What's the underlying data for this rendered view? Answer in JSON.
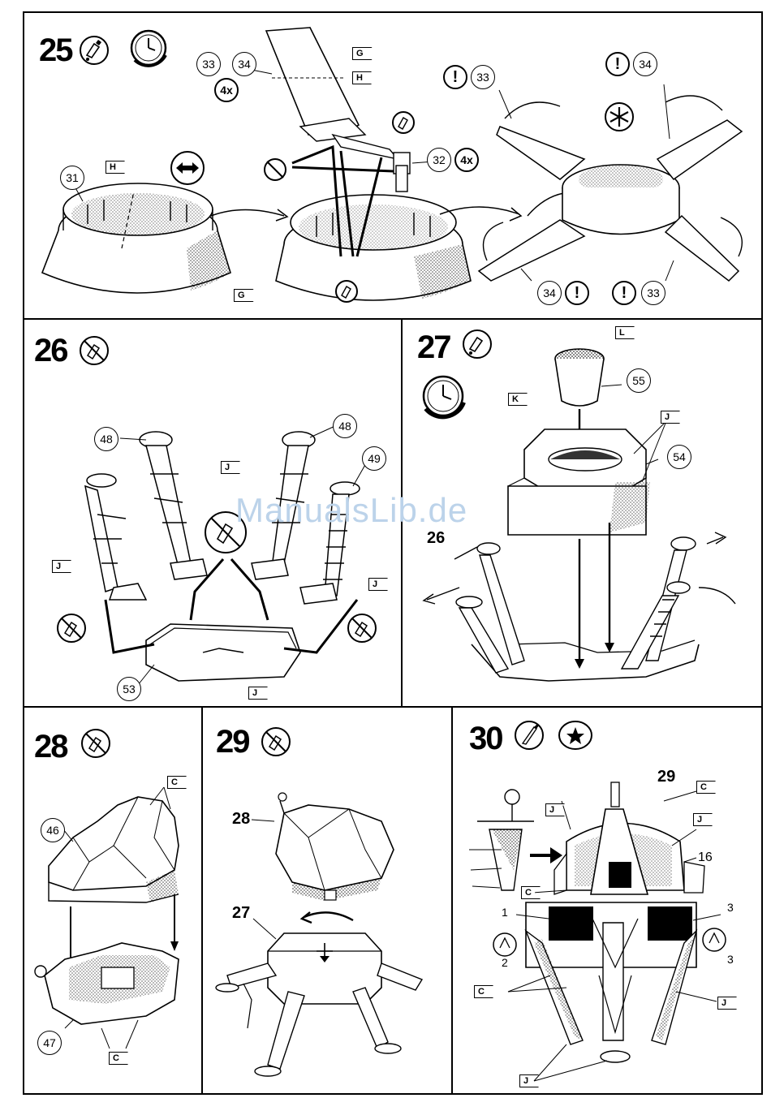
{
  "watermark": "ManualsLib.de",
  "steps": {
    "s25": {
      "number": "25",
      "icons": [
        "glue-icon",
        "clock-icon"
      ],
      "parts": [
        "33",
        "34",
        "31",
        "32",
        "33",
        "34",
        "34",
        "33"
      ],
      "quantities": [
        "4x",
        "4x"
      ],
      "tags": [
        "G",
        "H",
        "H",
        "G"
      ],
      "notes": [
        "!",
        "!",
        "!",
        "!"
      ]
    },
    "s26": {
      "number": "26",
      "icons": [
        "no-glue-icon"
      ],
      "parts": [
        "48",
        "48",
        "49",
        "53"
      ],
      "tags": [
        "J",
        "J",
        "J",
        "J"
      ]
    },
    "s27": {
      "number": "27",
      "icons": [
        "glue-icon",
        "clock-icon"
      ],
      "parts": [
        "55",
        "54"
      ],
      "tags": [
        "L",
        "K",
        "J"
      ],
      "ref": "26"
    },
    "s28": {
      "number": "28",
      "icons": [
        "no-glue-icon"
      ],
      "parts": [
        "46",
        "47"
      ],
      "tags": [
        "C",
        "C"
      ]
    },
    "s29": {
      "number": "29",
      "icons": [
        "no-glue-icon"
      ],
      "refs": [
        "28",
        "27"
      ]
    },
    "s30": {
      "number": "30",
      "icons": [
        "paint-icon",
        "decal-icon"
      ],
      "refs": [
        "29",
        "16"
      ],
      "tags": [
        "C",
        "J",
        "J",
        "C",
        "C",
        "J",
        "J"
      ],
      "decals": [
        "1",
        "2",
        "3",
        "3"
      ]
    }
  }
}
